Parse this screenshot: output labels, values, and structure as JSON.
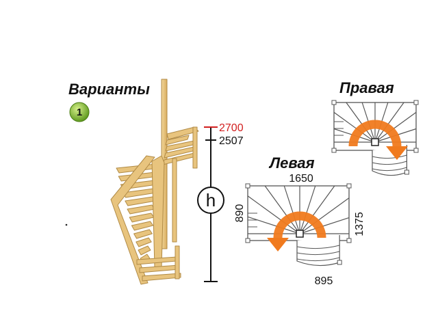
{
  "variants_label": "Варианты",
  "variant_number": "1",
  "height_symbol": "h",
  "height_top": "2700",
  "height_floor": "2507",
  "right_label": "Правая",
  "left_label": "Левая",
  "width_label": "1650",
  "side_left_label": "890",
  "side_right_label": "1375",
  "bottom_label": "895",
  "colors": {
    "wood": "#e8c47e",
    "wood_dark": "#b08a45",
    "arrow": "#f07a1e",
    "badge": "#8dc63f",
    "red_text": "#d21e1e"
  }
}
